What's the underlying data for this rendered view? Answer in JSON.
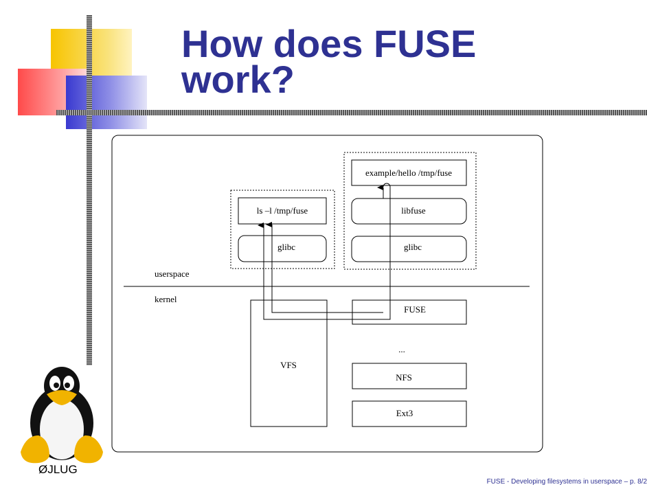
{
  "slide": {
    "title": "How does FUSE work?",
    "footer": "FUSE - Developing filesystems in userspace – p. 8/2",
    "logo_text": "ØJLUG"
  },
  "diagram": {
    "labels": {
      "userspace": "userspace",
      "kernel": "kernel"
    },
    "boxes": {
      "ls": "ls –l /tmp/fuse",
      "glibc_left": "glibc",
      "hello": "example/hello /tmp/fuse",
      "libfuse": "libfuse",
      "glibc_right": "glibc",
      "vfs": "VFS",
      "fuse": "FUSE",
      "ellipsis": "...",
      "nfs": "NFS",
      "ext3": "Ext3"
    }
  },
  "colors": {
    "title": "#2e3192",
    "footer": "#2e3192"
  },
  "icons": [
    "tux-penguin-logo"
  ]
}
